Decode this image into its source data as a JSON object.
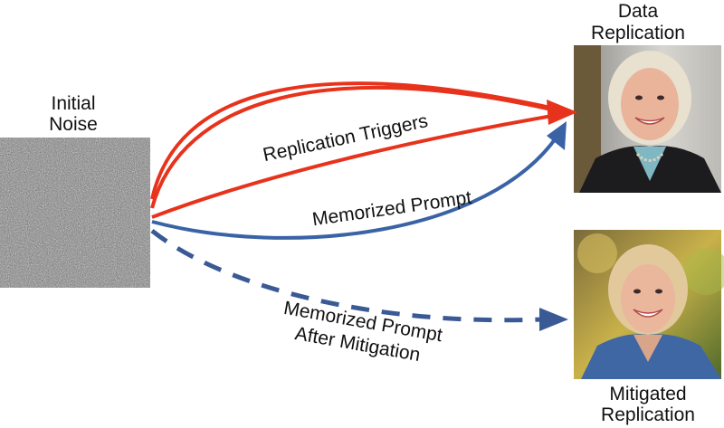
{
  "labels": {
    "noise_line1": "Initial",
    "noise_line2": "Noise",
    "replication_line1": "Data",
    "replication_line2": "Replication",
    "mitigated_line1": "Mitigated",
    "mitigated_line2": "Replication"
  },
  "arrows": {
    "triggers": "Replication Triggers",
    "memorized": "Memorized Prompt",
    "mitigated_line1": "Memorized Prompt",
    "mitigated_line2": "After Mitigation"
  },
  "colors": {
    "trigger_arrow": "#e8331c",
    "prompt_arrow": "#3a63a6",
    "mitigated_arrow": "#3a5a96",
    "text": "#111111"
  },
  "images": {
    "noise": "noise-image",
    "replicated_photo": "portrait-photo-replicated",
    "mitigated_photo": "portrait-photo-mitigated"
  }
}
